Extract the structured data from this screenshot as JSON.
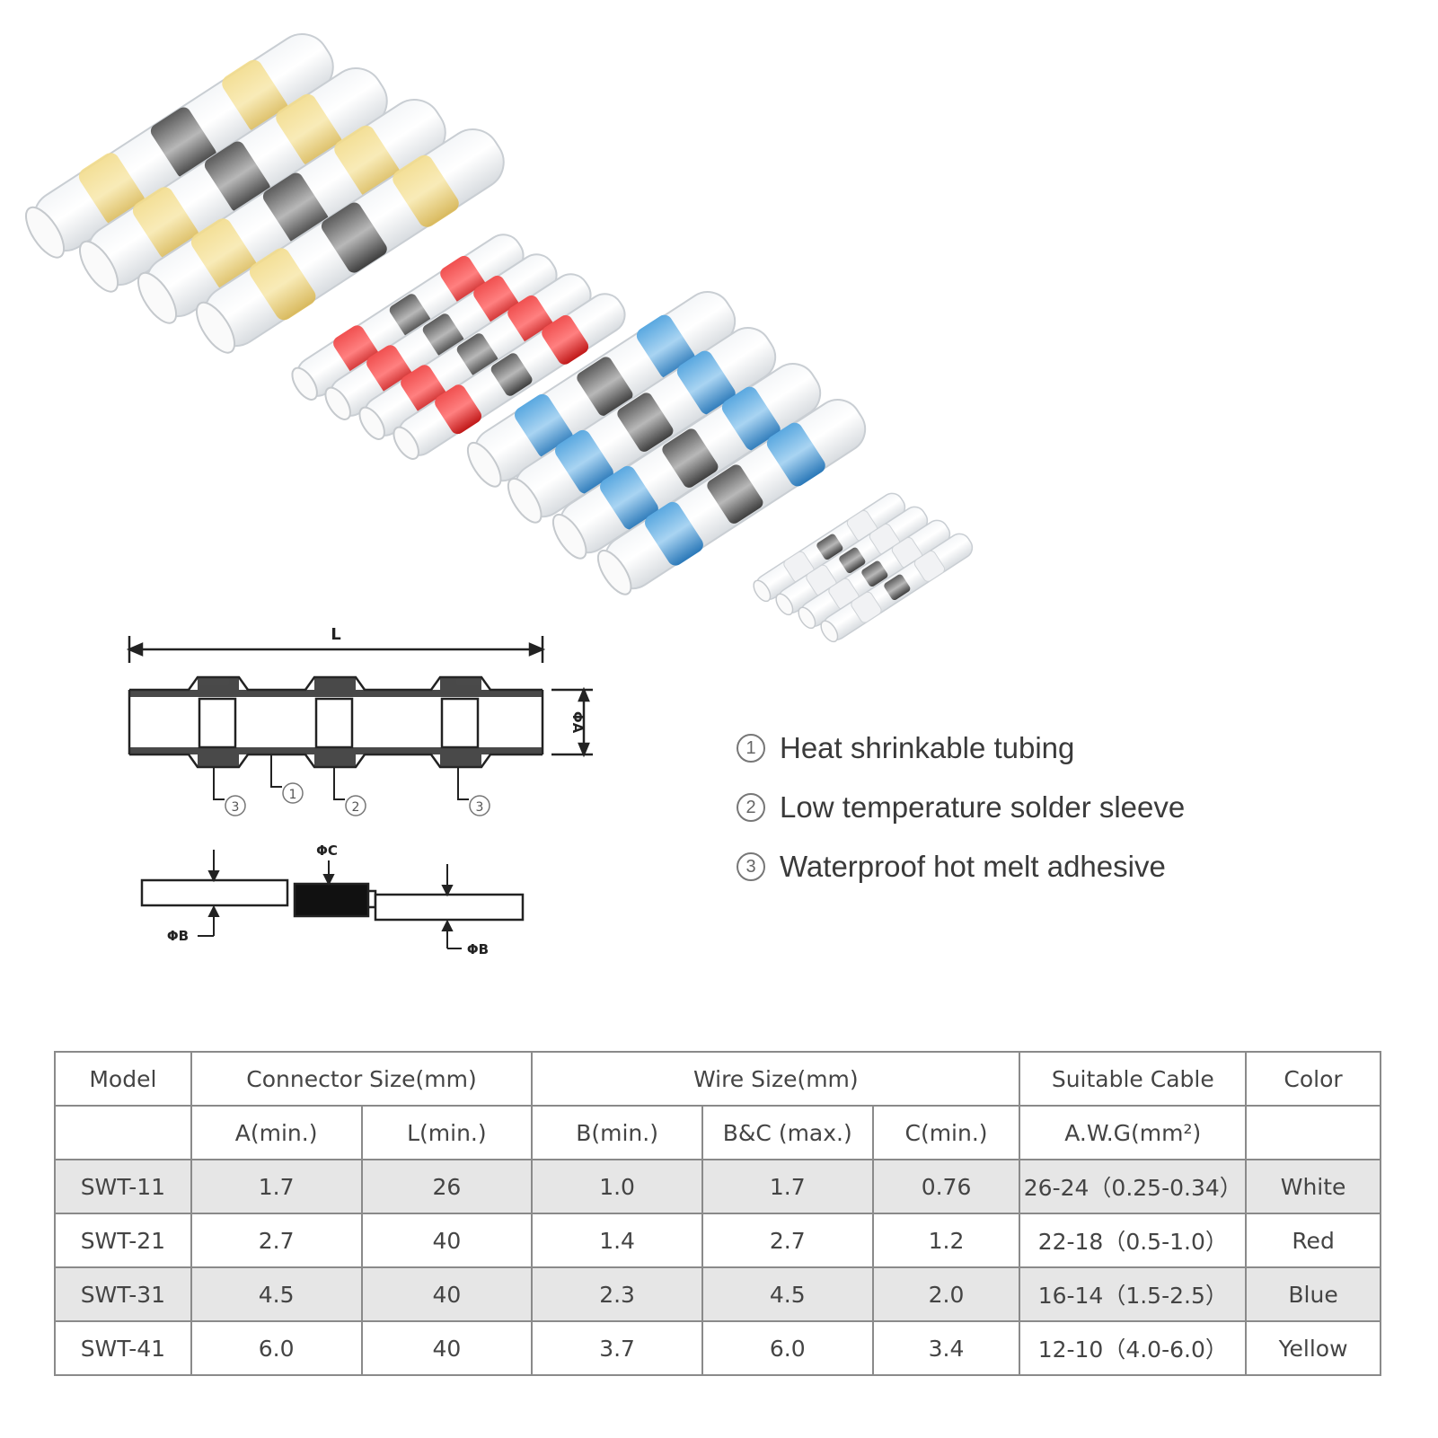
{
  "legend": [
    {
      "num": "1",
      "text": "Heat shrinkable tubing"
    },
    {
      "num": "2",
      "text": "Low temperature solder sleeve"
    },
    {
      "num": "3",
      "text": "Waterproof hot melt adhesive"
    }
  ],
  "diagram": {
    "length_label": "L",
    "diameter_a": "ΦA",
    "diameter_b": "ΦB",
    "diameter_c": "ΦC",
    "callouts": [
      "3",
      "1",
      "2",
      "3"
    ]
  },
  "table": {
    "group_headers": {
      "model": "Model",
      "connector": "Connector Size(mm)",
      "wire": "Wire Size(mm)",
      "cable": "Suitable Cable",
      "color": "Color"
    },
    "sub_headers": {
      "a_min": "A(min.)",
      "l_min": "L(min.)",
      "b_min": "B(min.)",
      "bc_max": "B&C (max.)",
      "c_min": "C(min.)",
      "awg": "A.W.G(mm²)"
    },
    "rows": [
      {
        "model": "SWT-11",
        "a": "1.7",
        "l": "26",
        "b": "1.0",
        "bc": "1.7",
        "c": "0.76",
        "awg": "26-24（0.25-0.34）",
        "color": "White"
      },
      {
        "model": "SWT-21",
        "a": "2.7",
        "l": "40",
        "b": "1.4",
        "bc": "2.7",
        "c": "1.2",
        "awg": "22-18（0.5-1.0）",
        "color": "Red"
      },
      {
        "model": "SWT-31",
        "a": "4.5",
        "l": "40",
        "b": "2.3",
        "bc": "4.5",
        "c": "2.0",
        "awg": "16-14（1.5-2.5）",
        "color": "Blue"
      },
      {
        "model": "SWT-41",
        "a": "6.0",
        "l": "40",
        "b": "3.7",
        "bc": "6.0",
        "c": "3.4",
        "awg": "12-10（4.0-6.0）",
        "color": "Yellow"
      }
    ]
  },
  "colors": {
    "yellow_band": "#e8c24a",
    "red_band": "#e02020",
    "blue_band": "#2f86c9",
    "solder_gray": "#7a7a7a"
  }
}
